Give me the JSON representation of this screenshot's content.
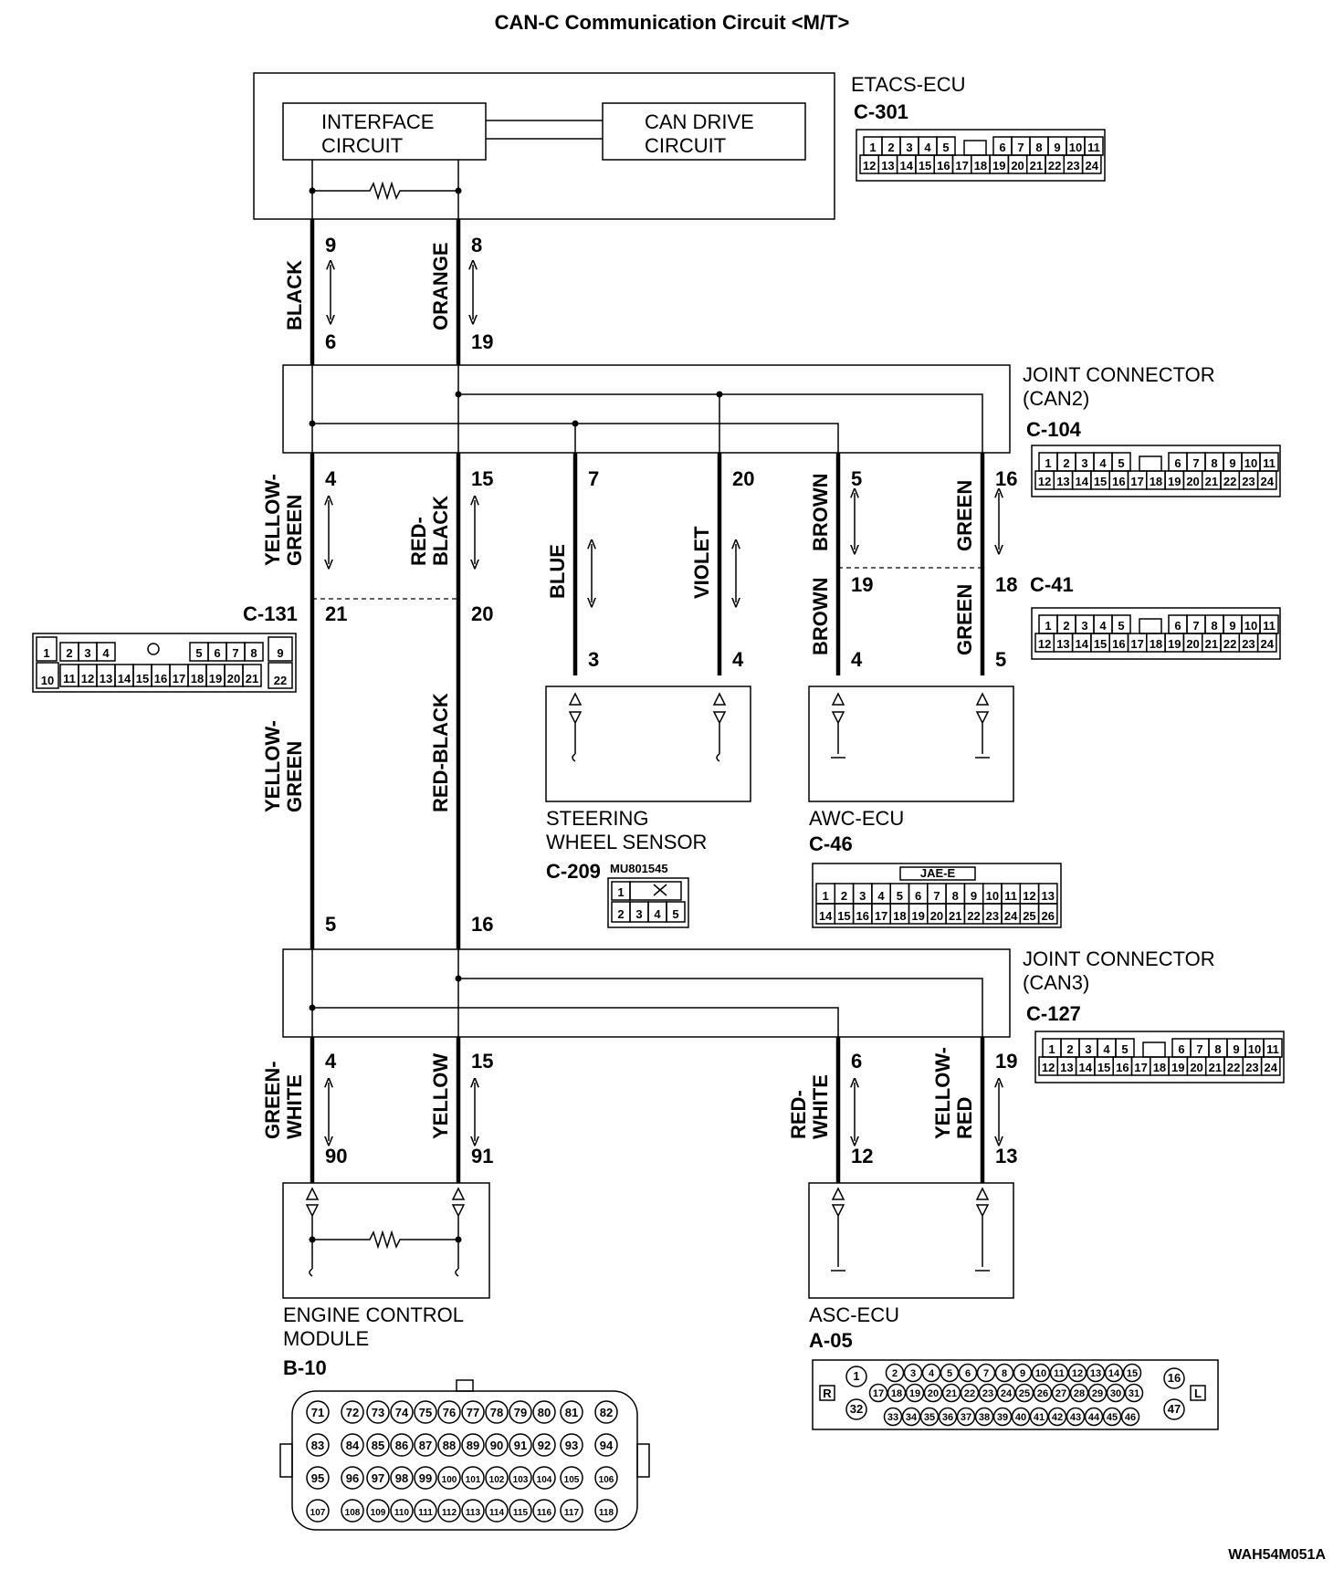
{
  "title": "CAN-C Communication Circuit <M/T>",
  "footer_code": "WAH54M051A",
  "etacs": {
    "name": "ETACS-ECU",
    "connector": "C-301",
    "interface_circuit": [
      "INTERFACE",
      "CIRCUIT"
    ],
    "can_drive_circuit": [
      "CAN DRIVE",
      "CIRCUIT"
    ],
    "pins_row1": [
      "1",
      "2",
      "3",
      "4",
      "5",
      "",
      "6",
      "7",
      "8",
      "9",
      "10",
      "11"
    ],
    "pins_row2": [
      "12",
      "13",
      "14",
      "15",
      "16",
      "17",
      "18",
      "19",
      "20",
      "21",
      "22",
      "23",
      "24"
    ]
  },
  "joint_can2": {
    "name_lines": [
      "JOINT CONNECTOR",
      "(CAN2)"
    ],
    "connector": "C-104",
    "pins_row1": [
      "1",
      "2",
      "3",
      "4",
      "5",
      "",
      "6",
      "7",
      "8",
      "9",
      "10",
      "11"
    ],
    "pins_row2": [
      "12",
      "13",
      "14",
      "15",
      "16",
      "17",
      "18",
      "19",
      "20",
      "21",
      "22",
      "23",
      "24"
    ]
  },
  "joint_can3": {
    "name_lines": [
      "JOINT CONNECTOR",
      "(CAN3)"
    ],
    "connector": "C-127",
    "pins_row1": [
      "1",
      "2",
      "3",
      "4",
      "5",
      "",
      "6",
      "7",
      "8",
      "9",
      "10",
      "11"
    ],
    "pins_row2": [
      "12",
      "13",
      "14",
      "15",
      "16",
      "17",
      "18",
      "19",
      "20",
      "21",
      "22",
      "23",
      "24"
    ]
  },
  "c131": {
    "connector": "C-131",
    "pins_row1": [
      "1",
      "2",
      "3",
      "4",
      "",
      "5",
      "6",
      "7",
      "8",
      "9"
    ],
    "pins_row2": [
      "10",
      "11",
      "12",
      "13",
      "14",
      "15",
      "16",
      "17",
      "18",
      "19",
      "20",
      "21",
      "22"
    ]
  },
  "c41": {
    "connector": "C-41",
    "pins_row1": [
      "1",
      "2",
      "3",
      "4",
      "5",
      "",
      "6",
      "7",
      "8",
      "9",
      "10",
      "11"
    ],
    "pins_row2": [
      "12",
      "13",
      "14",
      "15",
      "16",
      "17",
      "18",
      "19",
      "20",
      "21",
      "22",
      "23",
      "24"
    ]
  },
  "steering": {
    "name_lines": [
      "STEERING",
      "WHEEL SENSOR"
    ],
    "connector": "C-209",
    "part_no": "MU801545",
    "pins_row1": [
      "1",
      "",
      ""
    ],
    "pins_row2": [
      "2",
      "3",
      "4",
      "5"
    ]
  },
  "awc": {
    "name": "AWC-ECU",
    "connector": "C-46",
    "tag": "JAE-E",
    "pins_row1": [
      "1",
      "2",
      "3",
      "4",
      "5",
      "6",
      "7",
      "8",
      "9",
      "10",
      "11",
      "12",
      "13"
    ],
    "pins_row2": [
      "14",
      "15",
      "16",
      "17",
      "18",
      "19",
      "20",
      "21",
      "22",
      "23",
      "24",
      "25",
      "26"
    ]
  },
  "ecm": {
    "name_lines": [
      "ENGINE CONTROL",
      "MODULE"
    ],
    "connector": "B-10",
    "pin_rows": [
      [
        "71",
        "72",
        "73",
        "74",
        "75",
        "76",
        "77",
        "78",
        "79",
        "80",
        "81",
        "82"
      ],
      [
        "83",
        "84",
        "85",
        "86",
        "87",
        "88",
        "89",
        "90",
        "91",
        "92",
        "93",
        "94"
      ],
      [
        "95",
        "96",
        "97",
        "98",
        "99",
        "100",
        "101",
        "102",
        "103",
        "104",
        "105",
        "106"
      ],
      [
        "107",
        "108",
        "109",
        "110",
        "111",
        "112",
        "113",
        "114",
        "115",
        "116",
        "117",
        "118"
      ]
    ]
  },
  "asc": {
    "name": "ASC-ECU",
    "connector": "A-05",
    "left_tag": "R",
    "right_tag": "L",
    "left_pins": [
      "1",
      "32"
    ],
    "right_pins": [
      "16",
      "47"
    ],
    "pins_row1": [
      "2",
      "3",
      "4",
      "5",
      "6",
      "7",
      "8",
      "9",
      "10",
      "11",
      "12",
      "13",
      "14",
      "15"
    ],
    "pins_row2": [
      "17",
      "18",
      "19",
      "20",
      "21",
      "22",
      "23",
      "24",
      "25",
      "26",
      "27",
      "28",
      "29",
      "30",
      "31"
    ],
    "pins_row3": [
      "33",
      "34",
      "35",
      "36",
      "37",
      "38",
      "39",
      "40",
      "41",
      "42",
      "43",
      "44",
      "45",
      "46"
    ]
  },
  "wires": {
    "black": "BLACK",
    "orange": "ORANGE",
    "yellow_green_1": "YELLOW-",
    "yellow_green_2": "GREEN",
    "red_black_1": "RED-",
    "red_black_2": "BLACK",
    "blue": "BLUE",
    "violet": "VIOLET",
    "brown": "BROWN",
    "green": "GREEN",
    "yellow_green_long_1": "YELLOW-",
    "yellow_green_long_2": "GREEN",
    "red_black_long": "RED-BLACK",
    "green_white_1": "GREEN-",
    "green_white_2": "WHITE",
    "yellow": "YELLOW",
    "red_white_1": "RED-",
    "red_white_2": "WHITE",
    "yellow_red_1": "YELLOW-",
    "yellow_red_2": "RED"
  },
  "pins": {
    "etacs_black": "9",
    "etacs_orange": "8",
    "can2_in_black": "6",
    "can2_in_orange": "19",
    "can2_out_yg": "4",
    "can2_out_rb": "15",
    "can2_out_blue": "7",
    "can2_out_violet": "20",
    "can2_out_brown": "5",
    "can2_out_green": "16",
    "c131_yg": "21",
    "c131_rb": "20",
    "c41_brown": "19",
    "c41_green": "18",
    "steer_blue": "3",
    "steer_violet": "4",
    "awc_brown": "4",
    "awc_green": "5",
    "can3_in_yg": "5",
    "can3_in_rb": "16",
    "can3_out_gw": "4",
    "can3_out_y": "15",
    "can3_out_rw": "6",
    "can3_out_yr": "19",
    "ecm_gw": "90",
    "ecm_y": "91",
    "asc_rw": "12",
    "asc_yr": "13"
  }
}
